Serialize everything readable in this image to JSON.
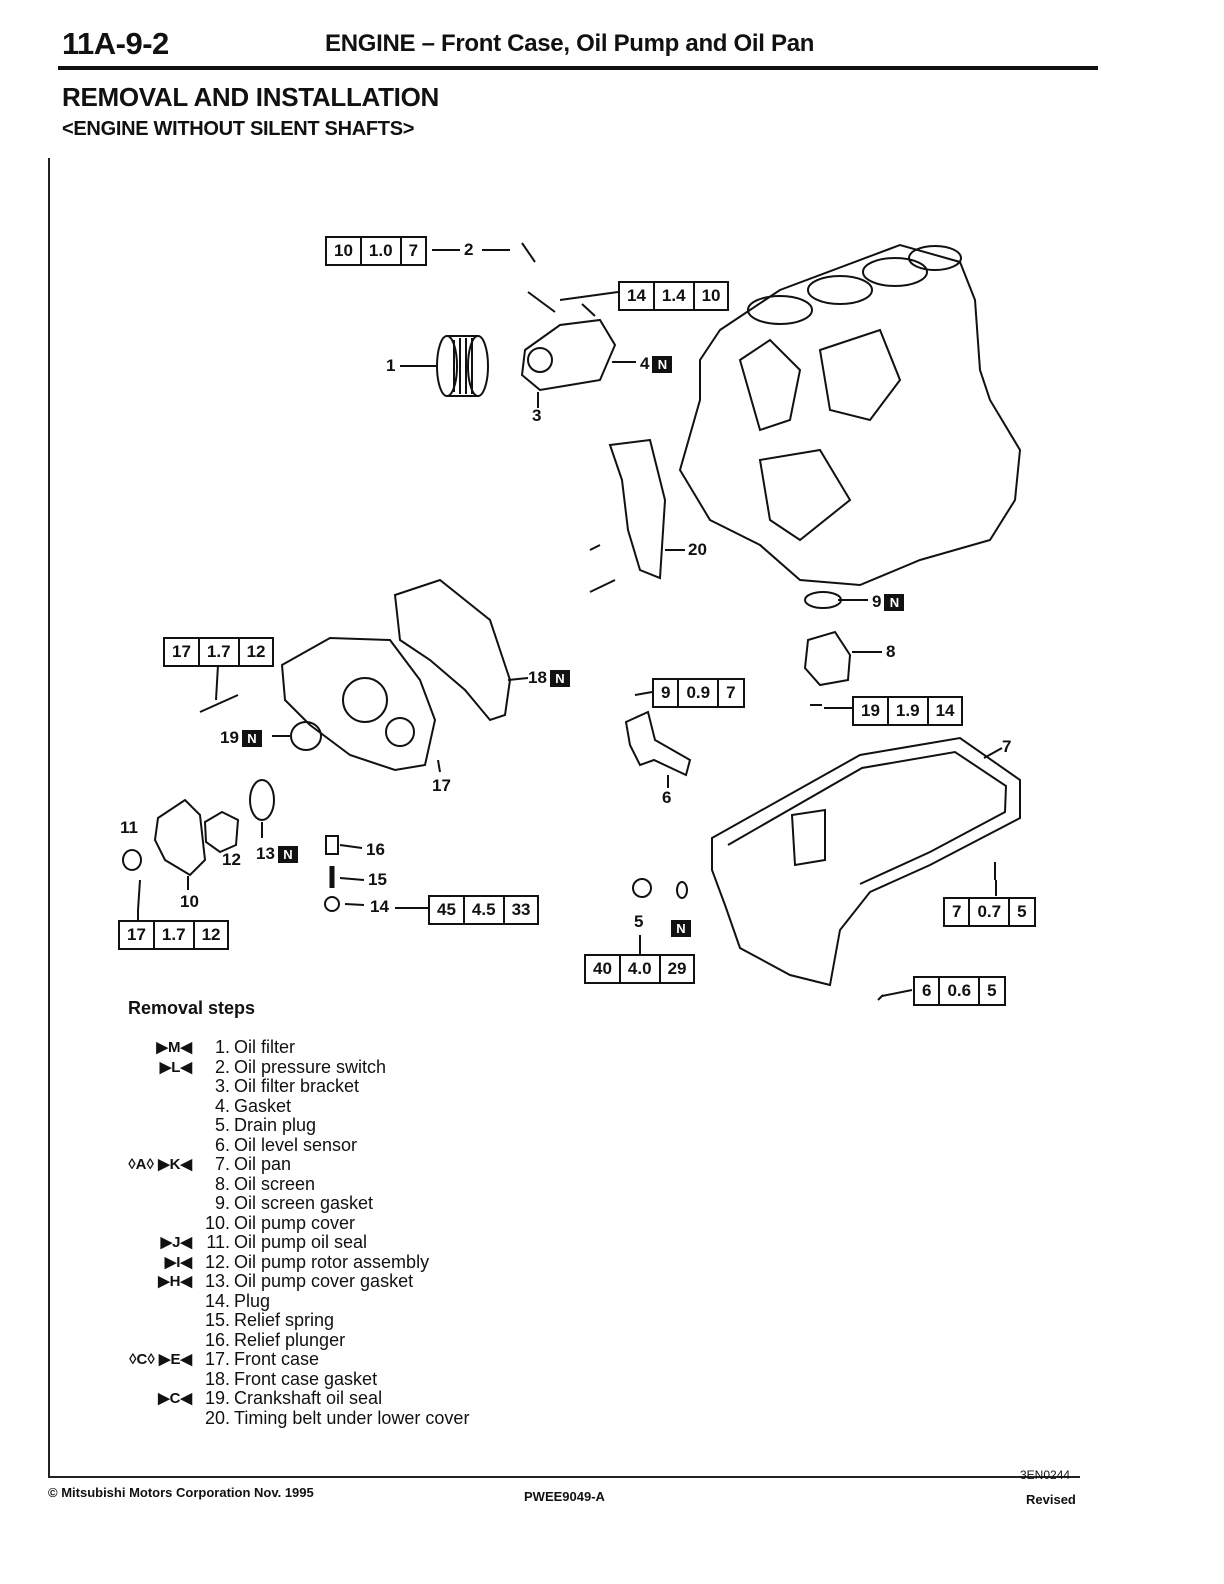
{
  "header": {
    "page_number": "11A-9-2",
    "title": "ENGINE – Front Case, Oil Pump and Oil Pan"
  },
  "section": {
    "title": "REMOVAL AND INSTALLATION",
    "subtitle": "<ENGINE WITHOUT SILENT SHAFTS>"
  },
  "torque_specs": [
    [
      "10",
      "1.0",
      "7"
    ],
    [
      "14",
      "1.4",
      "10"
    ],
    [
      "17",
      "1.7",
      "12"
    ],
    [
      "9",
      "0.9",
      "7"
    ],
    [
      "19",
      "1.9",
      "14"
    ],
    [
      "45",
      "4.5",
      "33"
    ],
    [
      "17",
      "1.7",
      "12"
    ],
    [
      "40",
      "4.0",
      "29"
    ],
    [
      "7",
      "0.7",
      "5"
    ],
    [
      "6",
      "0.6",
      "5"
    ]
  ],
  "callouts": [
    "1",
    "2",
    "3",
    "4",
    "5",
    "6",
    "7",
    "8",
    "9",
    "10",
    "11",
    "12",
    "13",
    "14",
    "15",
    "16",
    "17",
    "18",
    "19",
    "20"
  ],
  "new_part_mark": "N",
  "removal": {
    "title": "Removal steps",
    "steps": [
      {
        "mark": "▶M◀",
        "num": "1.",
        "text": "Oil filter"
      },
      {
        "mark": "▶L◀",
        "num": "2.",
        "text": "Oil pressure switch"
      },
      {
        "mark": "",
        "num": "3.",
        "text": "Oil filter bracket"
      },
      {
        "mark": "",
        "num": "4.",
        "text": "Gasket"
      },
      {
        "mark": "",
        "num": "5.",
        "text": "Drain plug"
      },
      {
        "mark": "",
        "num": "6.",
        "text": "Oil level sensor"
      },
      {
        "mark": "◊A◊ ▶K◀",
        "num": "7.",
        "text": "Oil pan"
      },
      {
        "mark": "",
        "num": "8.",
        "text": "Oil screen"
      },
      {
        "mark": "",
        "num": "9.",
        "text": "Oil screen gasket"
      },
      {
        "mark": "",
        "num": "10.",
        "text": "Oil pump cover"
      },
      {
        "mark": "▶J◀",
        "num": "11.",
        "text": "Oil pump oil seal"
      },
      {
        "mark": "▶I◀",
        "num": "12.",
        "text": "Oil pump rotor assembly"
      },
      {
        "mark": "▶H◀",
        "num": "13.",
        "text": "Oil pump cover gasket"
      },
      {
        "mark": "",
        "num": "14.",
        "text": "Plug"
      },
      {
        "mark": "",
        "num": "15.",
        "text": "Relief spring"
      },
      {
        "mark": "",
        "num": "16.",
        "text": "Relief plunger"
      },
      {
        "mark": "◊C◊ ▶E◀",
        "num": "17.",
        "text": "Front case"
      },
      {
        "mark": "",
        "num": "18.",
        "text": "Front case gasket"
      },
      {
        "mark": "▶C◀",
        "num": "19.",
        "text": "Crankshaft oil seal"
      },
      {
        "mark": "",
        "num": "20.",
        "text": "Timing belt under lower cover"
      }
    ]
  },
  "footer": {
    "copyright": "© Mitsubishi Motors Corporation  Nov. 1995",
    "doc_code": "PWEE9049-A",
    "figure_id": "3EN0244",
    "status": "Revised"
  }
}
